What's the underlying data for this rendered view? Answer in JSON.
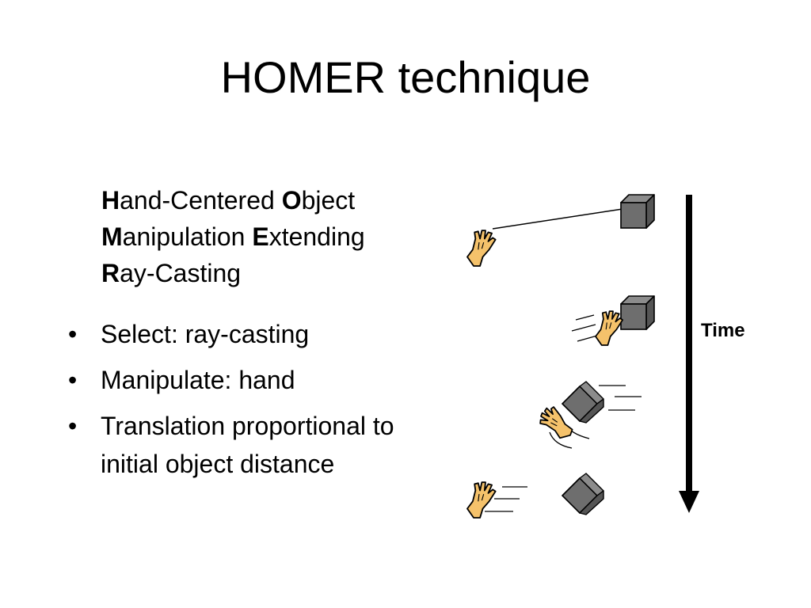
{
  "slide": {
    "title": "HOMER technique",
    "acronym": [
      [
        {
          "initial": "H",
          "rest": "and-Centered "
        },
        {
          "initial": "O",
          "rest": "bject"
        }
      ],
      [
        {
          "initial": "M",
          "rest": "anipulation "
        },
        {
          "initial": "E",
          "rest": "xtending"
        }
      ],
      [
        {
          "initial": "R",
          "rest": "ay-Casting"
        }
      ]
    ],
    "bullets": [
      "Select: ray-casting",
      "Manipulate: hand",
      "Translation proportional to initial object distance"
    ]
  },
  "diagram": {
    "time_label": "Time",
    "colors": {
      "hand_fill": "#F5C26B",
      "cube_front": "#6E6E6E",
      "cube_top": "#8C8C8C",
      "cube_side": "#555555",
      "stroke": "#000000"
    },
    "icons": [
      "hand-icon",
      "cube-icon",
      "arrow-down-icon",
      "motion-lines-icon",
      "ray-line"
    ]
  }
}
